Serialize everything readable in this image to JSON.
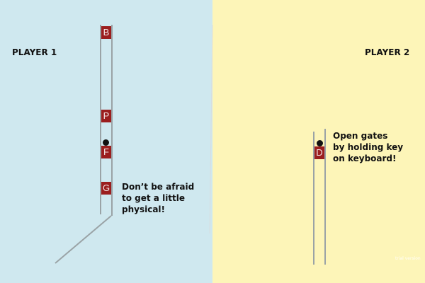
{
  "players": {
    "p1_label": "PLAYER 1",
    "p2_label": "PLAYER 2"
  },
  "gates_p1": [
    "B",
    "P",
    "F",
    "G"
  ],
  "gate_p2": "D",
  "hints": {
    "p1_line1": "Don’t be afraid",
    "p1_line2": "to get a little",
    "p1_line3": "physical!",
    "p2_line1": "Open gates",
    "p2_line2": "by holding key",
    "p2_line3": "on keyboard!"
  },
  "watermark": "trial version",
  "colors": {
    "p1_background": "#cfe8ef",
    "p2_background": "#fdf5b8",
    "gate": "#9b1e1e",
    "rail": "#9aa3a6",
    "ball": "#111111"
  }
}
